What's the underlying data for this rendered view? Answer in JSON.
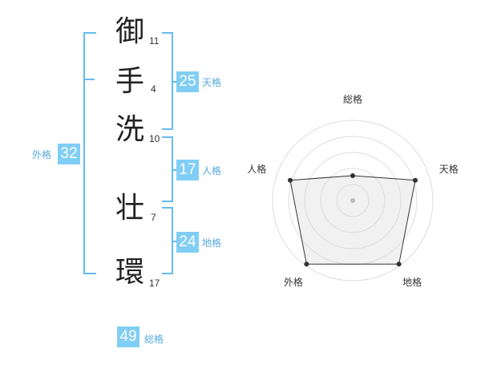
{
  "name": [
    {
      "char": "御",
      "strokes": "11"
    },
    {
      "char": "手",
      "strokes": "4"
    },
    {
      "char": "洗",
      "strokes": "10"
    },
    {
      "char": "壮",
      "strokes": "7"
    },
    {
      "char": "環",
      "strokes": "17"
    }
  ],
  "kaku": {
    "tenkaku": {
      "value": "25",
      "label": "天格"
    },
    "jinkaku": {
      "value": "17",
      "label": "人格"
    },
    "chikaku": {
      "value": "24",
      "label": "地格"
    },
    "gaikaku": {
      "value": "32",
      "label": "外格"
    },
    "soukaku": {
      "value": "49",
      "label": "総格"
    }
  },
  "colors": {
    "accent": "#80cef5",
    "bracket": "#66bbee",
    "label": "#55aadd"
  },
  "chart_data": {
    "type": "radar",
    "axes": [
      "総格",
      "天格",
      "地格",
      "外格",
      "人格"
    ],
    "max": 5,
    "rings": 5,
    "values": [
      1.55,
      4.1,
      4.9,
      4.9,
      4.1
    ]
  }
}
